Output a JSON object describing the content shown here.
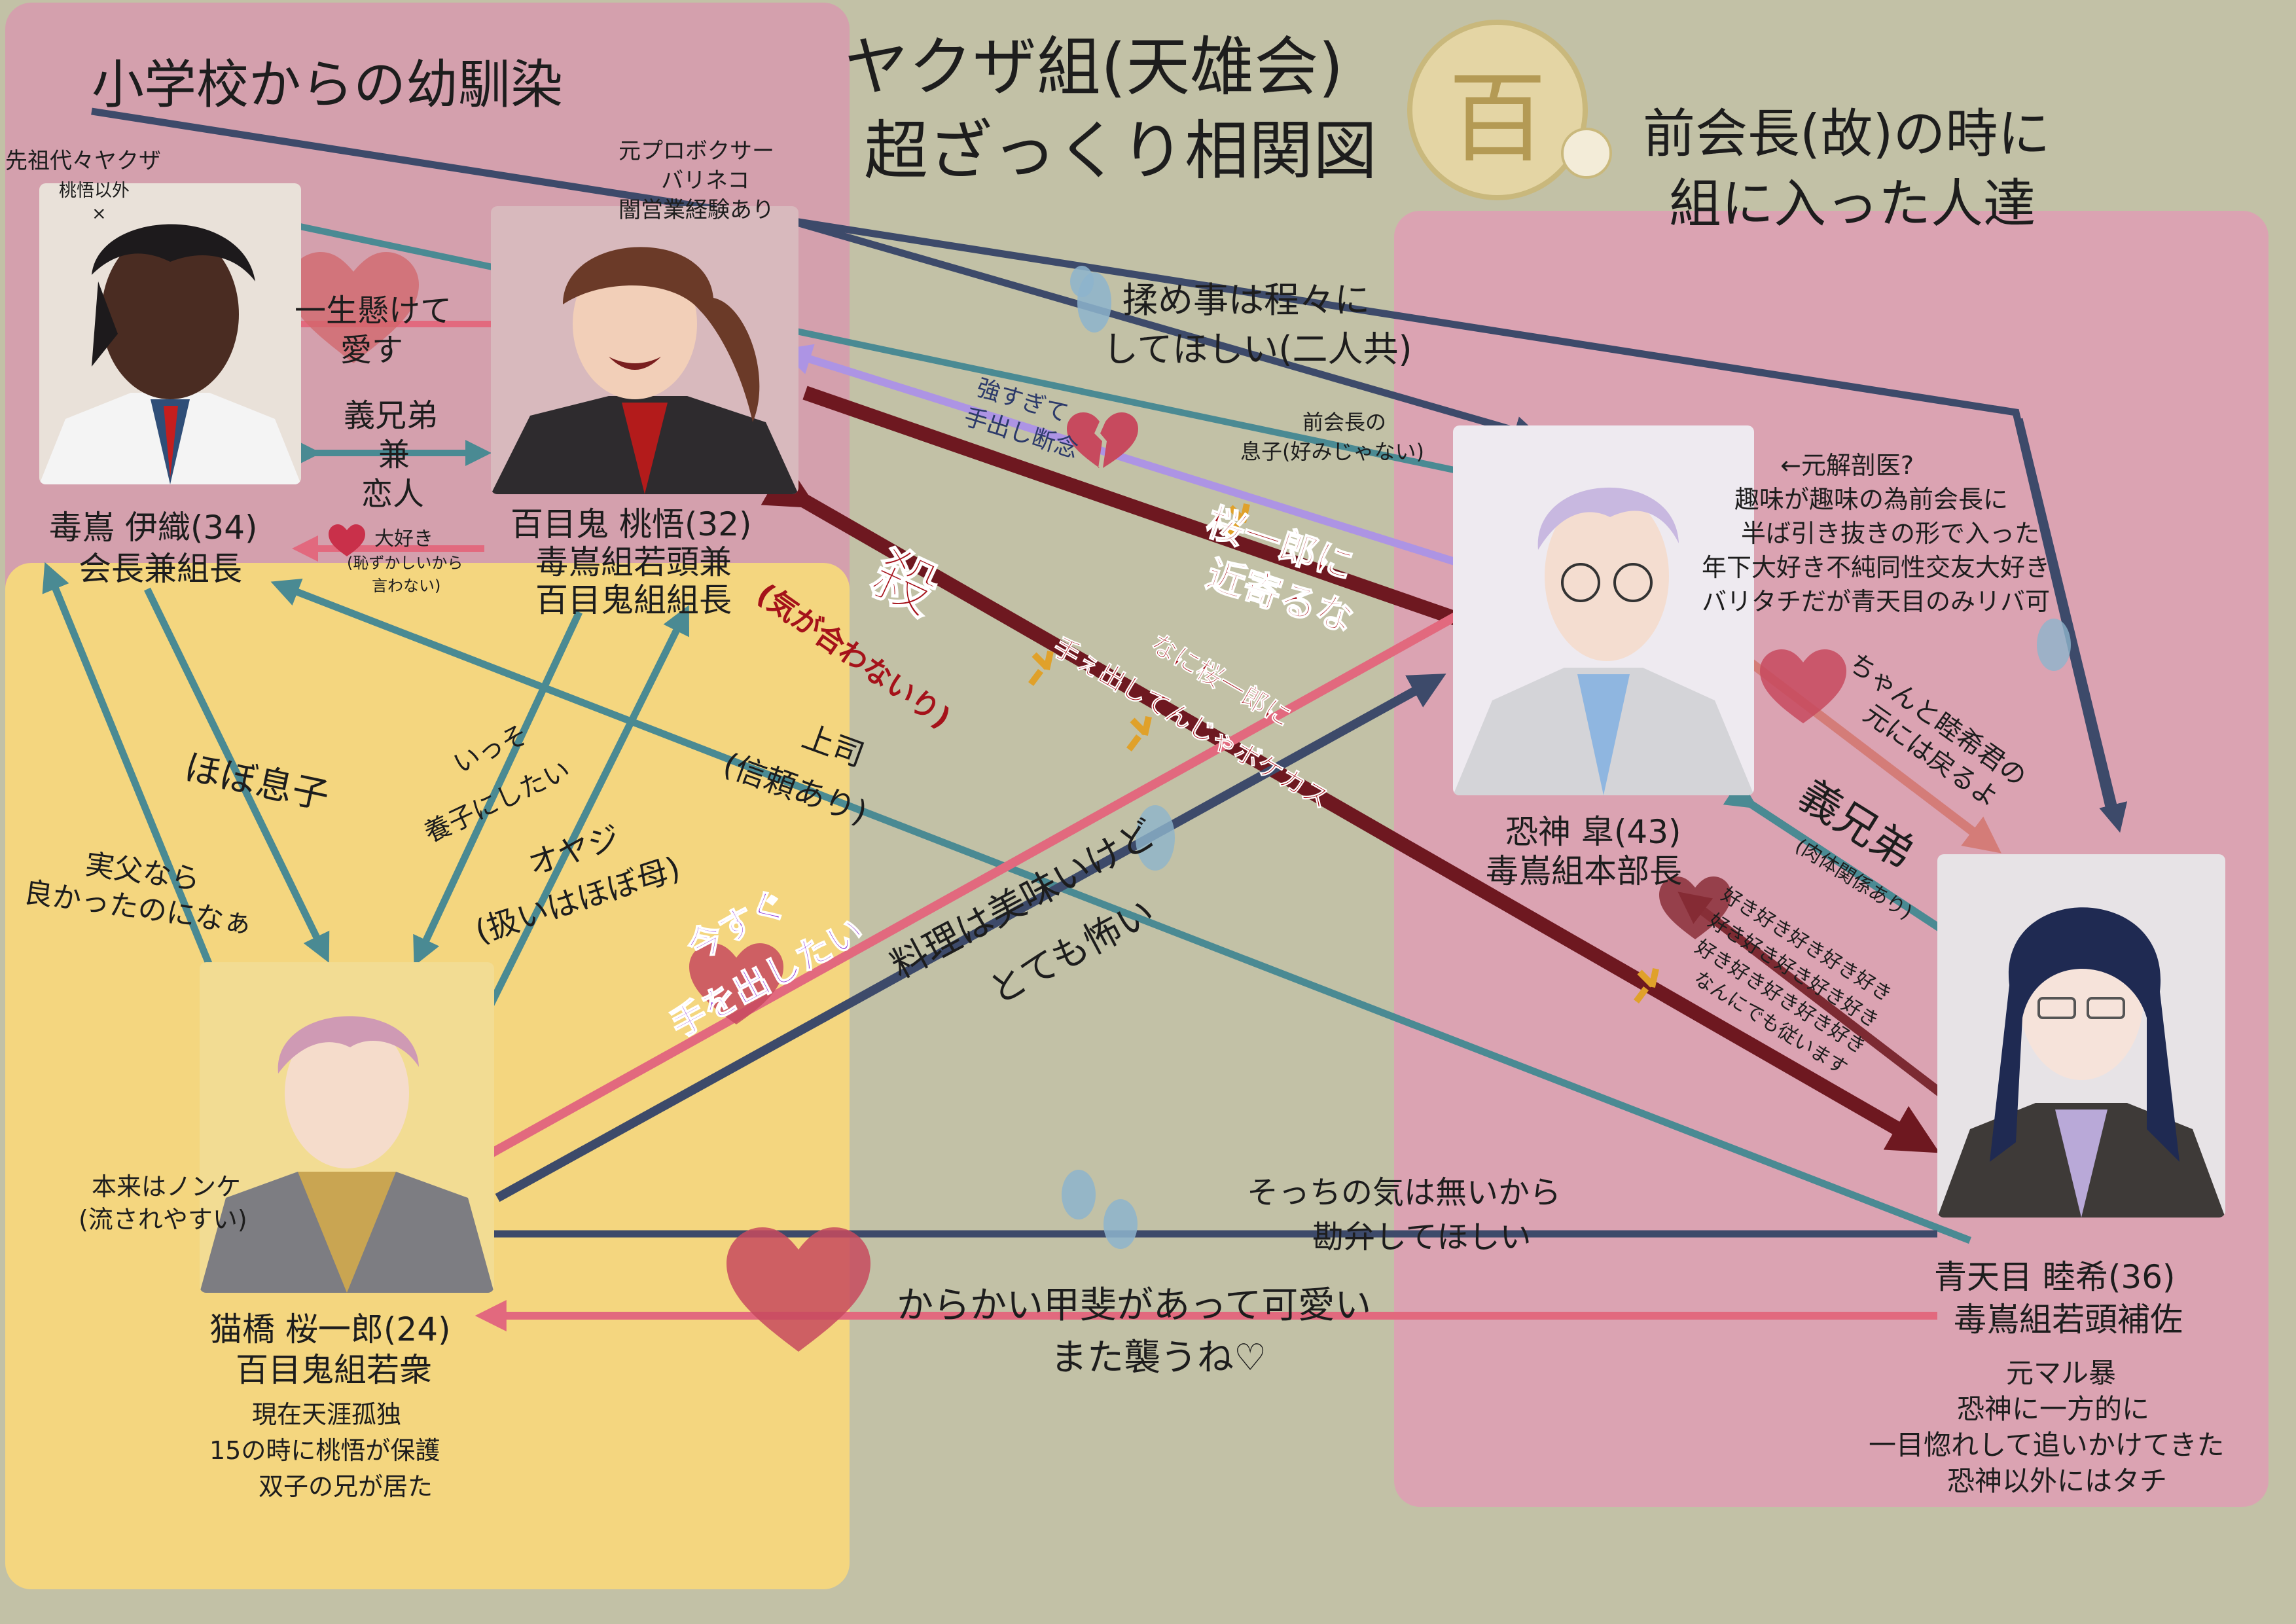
{
  "title": {
    "line1": "ヤクザ組(天雄会)",
    "line2": "超ざっくり相関図",
    "crest": "百"
  },
  "groups": {
    "childhood": "小学校からの幼馴染",
    "former_era_line1": "前会長(故)の時に",
    "former_era_line2": "組に入った人達"
  },
  "characters": {
    "iori": {
      "name": "毒嶌 伊織(34)",
      "role": "会長兼組長",
      "note1": "先祖代々ヤクザ",
      "note2": "桃悟以外",
      "note3": "×"
    },
    "togo": {
      "name": "百目鬼 桃悟(32)",
      "role1": "毒嶌組若頭兼",
      "role2": "百目鬼組組長",
      "note1": "元プロボクサー",
      "note2": "バリネコ",
      "note3": "闇営業経験あり"
    },
    "sakura": {
      "name": "猫橋 桜一郎(24)",
      "role": "百目鬼組若衆",
      "note1": "現在天涯孤独",
      "note2": "15の時に桃悟が保護",
      "note3": "双子の兄が居た",
      "note4": "本来はノンケ",
      "note5": "(流されやすい)"
    },
    "kou": {
      "name": "恐神 皐(43)",
      "role": "毒嶌組本部長",
      "note1": "←元解剖医?",
      "note2": "趣味が趣味の為前会長に",
      "note3": "半ば引き抜きの形で入った",
      "note4": "年下大好き不純同性交友大好き",
      "note5": "バリタチだが青天目のみリバ可"
    },
    "mutsuki": {
      "name": "青天目 睦希(36)",
      "role": "毒嶌組若頭補佐",
      "note1": "元マル暴",
      "note2": "恐神に一方的に",
      "note3": "一目惚れして追いかけてきた",
      "note4": "恐神以外にはタチ"
    }
  },
  "relations": {
    "iori_togo_love_1": "一生懸けて",
    "iori_togo_love_2": "愛す",
    "iori_togo_sib_1": "義兄弟",
    "iori_togo_sib_2": "兼",
    "iori_togo_sib_3": "恋人",
    "togo_iori_1": "大好き",
    "togo_iori_2": "(恥ずかしいから",
    "togo_iori_3": "言わない)",
    "iori_sakura": "ほぼ息子",
    "sakura_iori_1": "実父なら",
    "sakura_iori_2": "良かったのになぁ",
    "togo_sakura_1": "いっそ",
    "togo_sakura_2": "養子にしたい",
    "sakura_togo_1": "オヤジ",
    "sakura_togo_2": "(扱いはほぼ母)",
    "sakura_mutsuki_1": "上司",
    "sakura_mutsuki_2": "(信頼あり)",
    "mutsuki_both_1": "揉め事は程々に",
    "mutsuki_both_2": "してほしい(二人共)",
    "kou_togo_1": "強すぎて",
    "kou_togo_2": "手出し断念",
    "kou_iori_1": "前会長の",
    "kou_iori_2": "息子(好みじゃない)",
    "togo_kou_1": "桜一郎に",
    "togo_kou_2": "近寄るな",
    "kill_1": "殺",
    "kill_2": "(気が合わないり)",
    "mutsuki_togo_1": "なに桜一郎に",
    "mutsuki_togo_2": "手ぇ出してんじゃボケカス",
    "kou_sakura_1": "今すぐ",
    "kou_sakura_2": "手を出したい",
    "sakura_kou_1": "料理は美味いけど",
    "sakura_kou_2": "とても怖い",
    "kou_mutsuki_1": "ちゃんと睦希君の",
    "kou_mutsuki_2": "元には戻るよ",
    "kou_mutsuki_sib_1": "義兄弟",
    "kou_mutsuki_sib_2": "(肉体関係あり)",
    "mutsuki_kou_1": "好き好き好き好き好き",
    "mutsuki_kou_2": "好き好き好き好き好き",
    "mutsuki_kou_3": "好き好き好き好き好き",
    "mutsuki_kou_4": "なんにでも従います",
    "sakura_mutsuki2_1": "そっちの気は無いから",
    "sakura_mutsuki2_2": "勘弁してほしい",
    "mutsuki_sakura_1": "からかい甲斐があって可愛い",
    "mutsuki_sakura_2": "また襲うね♡"
  },
  "colors": {
    "background": "#c2c1a6",
    "childhood_zone": "#d4a0ad",
    "sakura_zone": "#f4d67f",
    "former_zone": "#dba3b2",
    "arrow_teal": "#4a8a93",
    "arrow_navy": "#3d4a6a",
    "arrow_pink": "#e2697e",
    "arrow_darkred": "#6e1820",
    "arrow_lavender": "#ad94e4",
    "arrow_salmon": "#d47c78",
    "text_red": "#a5121a",
    "text_purple": "#8a2fd6"
  }
}
